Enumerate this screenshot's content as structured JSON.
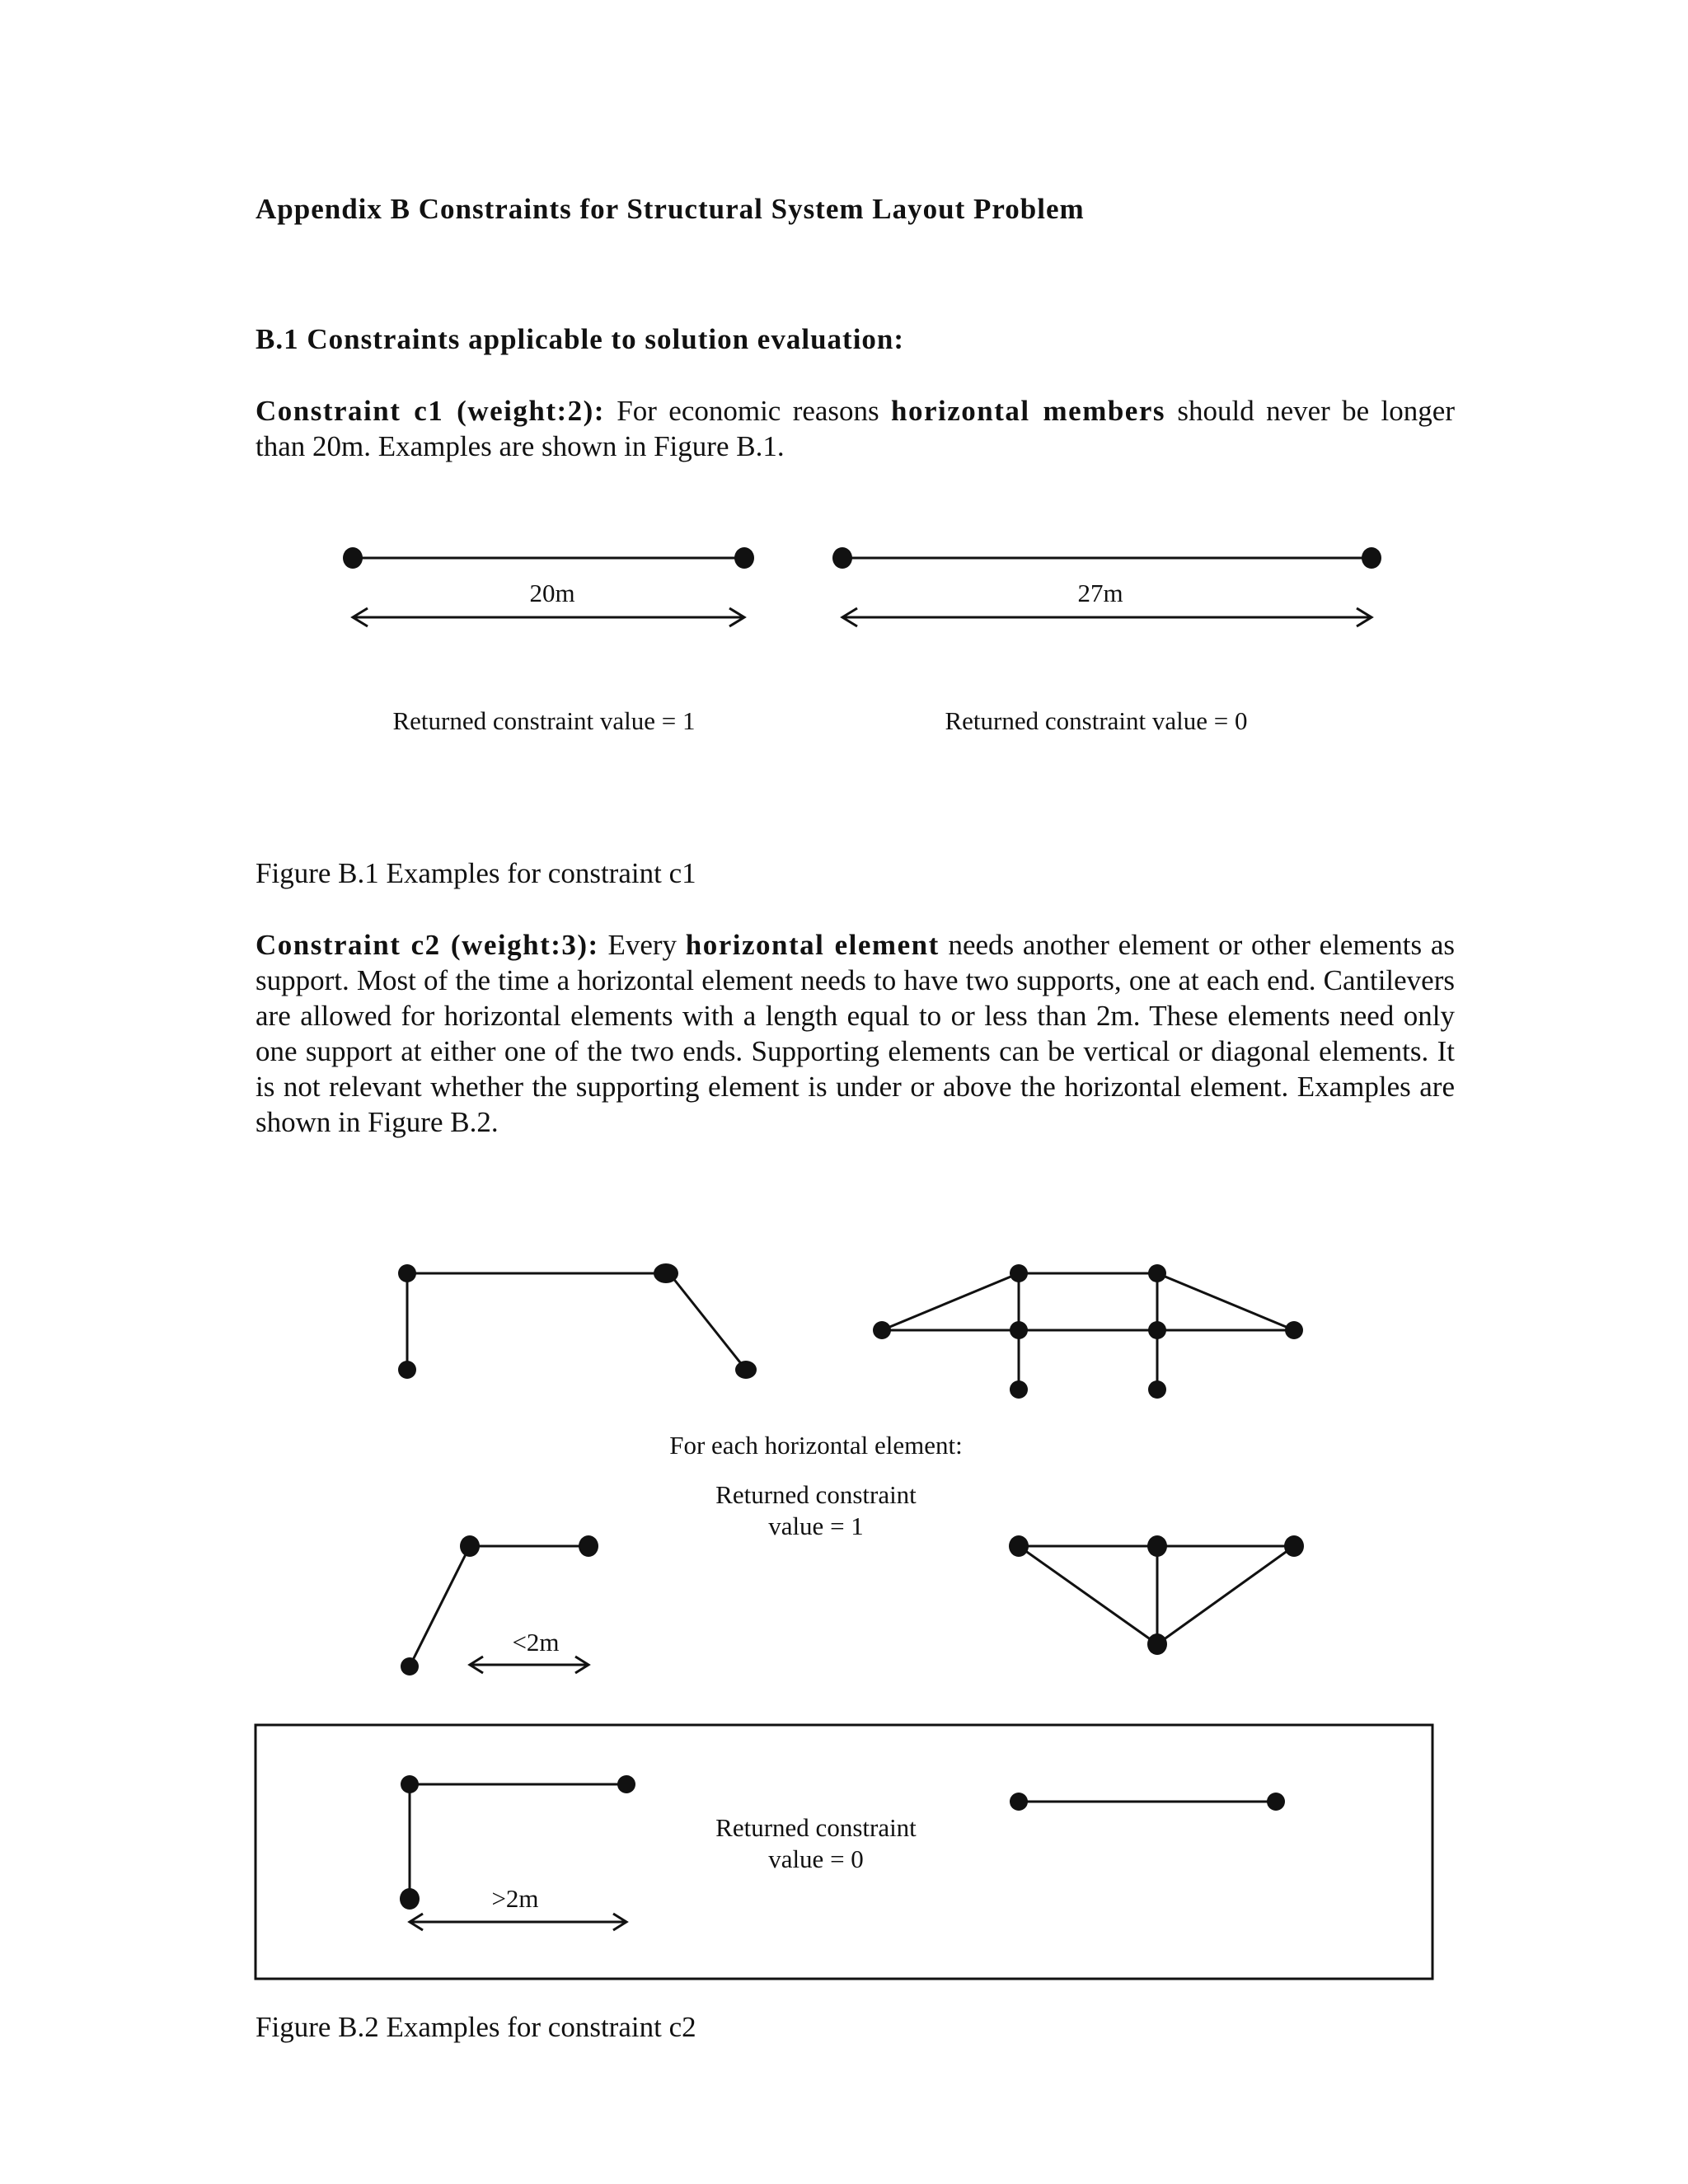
{
  "appendix_title": "Appendix B Constraints for Structural System Layout Problem",
  "section": {
    "title": "B.1 Constraints applicable to solution evaluation:"
  },
  "c1": {
    "label": "Constraint c1 (weight:2):",
    "text_a": " For economic reasons ",
    "bold_term": "horizontal members",
    "text_b": " should never be longer than 20m. Examples are shown in Figure B.1.",
    "example_left": {
      "length_label": "20m",
      "result": "Returned constraint value = 1"
    },
    "example_right": {
      "length_label": "27m",
      "result": "Returned constraint value = 0"
    },
    "caption": "Figure B.1 Examples for constraint c1"
  },
  "c2": {
    "label": "Constraint c2 (weight:3):",
    "text_a": " Every ",
    "bold_term": "horizontal element",
    "text_b": " needs another element or other elements as support. Most of the time a horizontal element needs to have two supports, one at each end. Cantilevers are allowed for horizontal elements with a length equal to or less than 2m. These elements need only one support at either one of the two ends. Supporting elements can be vertical or diagonal elements. It is not relevant whether the supporting element is under or above the horizontal element. Examples are shown in Figure B.2.",
    "for_each": "For each horizontal element:",
    "result_valid_line1": "Returned constraint",
    "result_valid_line2": "value = 1",
    "lt2m": "<2m",
    "result_invalid_line1": "Returned constraint",
    "result_invalid_line2": "value = 0",
    "gt2m": ">2m",
    "caption": "Figure B.2 Examples for constraint c2"
  }
}
